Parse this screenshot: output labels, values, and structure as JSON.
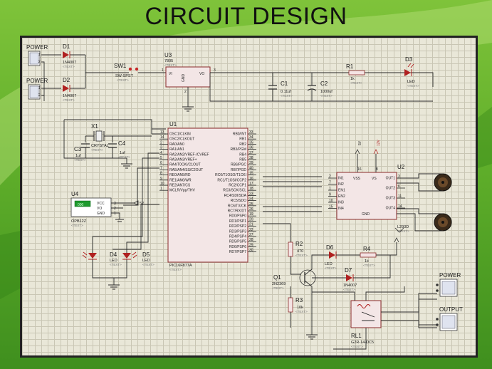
{
  "title": "CIRCUIT DESIGN",
  "placeholder_text": "<TEXT>",
  "components": {
    "power1": {
      "label": "POWER",
      "pin1": "1",
      "pin2": "2"
    },
    "power2": {
      "label": "POWER",
      "pin1": "1",
      "pin2": "2"
    },
    "d1": {
      "name": "D1",
      "value": "1N4007"
    },
    "d2": {
      "name": "D2",
      "value": "1N4007"
    },
    "sw1": {
      "name": "SW1",
      "value": "SW-SPST"
    },
    "u3": {
      "name": "U3",
      "value": "7805",
      "vi": "VI",
      "vo": "VO",
      "gnd": "GND",
      "pin1": "1",
      "pin2": "2",
      "pin3": "3"
    },
    "c1": {
      "name": "C1",
      "value": "0.11uf"
    },
    "c2": {
      "name": "C2",
      "value": "1000uf"
    },
    "r1": {
      "name": "R1",
      "value": "1k"
    },
    "d3": {
      "name": "D3",
      "value": "LED"
    },
    "x1": {
      "name": "X1",
      "value": "CRYSTAL"
    },
    "c3": {
      "name": "C3",
      "value": "1uf"
    },
    "c4": {
      "name": "C4",
      "value": "1uf"
    },
    "u1": {
      "name": "U1",
      "value": "PIC16F877A"
    },
    "u2": {
      "name": "U2",
      "value": "L293D",
      "vcc_a": "5V",
      "vcc_b": "12V"
    },
    "u4": {
      "name": "U4",
      "value": "OPB12Z",
      "display": "000",
      "vcc": "VCC",
      "vo": "VO",
      "gnd": "GND",
      "supply": "5V",
      "pin3": "3",
      "pin2": "2",
      "pin1": "1"
    },
    "d4": {
      "name": "D4",
      "value": "LED"
    },
    "d5": {
      "name": "D5",
      "value": "LED"
    },
    "r2": {
      "name": "R2",
      "value": "470"
    },
    "r3": {
      "name": "R3",
      "value": "10k"
    },
    "q1": {
      "name": "Q1",
      "value": "2N2369"
    },
    "d6": {
      "name": "D6",
      "value": "LED"
    },
    "r4": {
      "name": "R4",
      "value": "1k"
    },
    "d7": {
      "name": "D7",
      "value": "1N4007"
    },
    "rl1": {
      "name": "RL1",
      "value": "G2R-14-DC5"
    },
    "power3": {
      "label": "POWER"
    },
    "output": {
      "label": "OUTPUT"
    }
  },
  "u1_pins_left": [
    {
      "num": "13",
      "name": "OSC1/CLKIN"
    },
    {
      "num": "14",
      "name": "OSC2/CLKOUT"
    },
    {
      "num": "2",
      "name": "RA0/AN0"
    },
    {
      "num": "3",
      "name": "RA1/AN1"
    },
    {
      "num": "4",
      "name": "RA2/AN2/VREF-/CVREF"
    },
    {
      "num": "5",
      "name": "RA3/AN3/VREF+"
    },
    {
      "num": "6",
      "name": "RA4/T0CKI/C1OUT"
    },
    {
      "num": "7",
      "name": "RA5/AN4/SS/C2OUT"
    },
    {
      "num": "8",
      "name": "RE0/AN5/RD"
    },
    {
      "num": "9",
      "name": "RE1/AN6/WR"
    },
    {
      "num": "10",
      "name": "RE2/AN7/CS"
    },
    {
      "num": "1",
      "name": "MCLR/Vpp/THV"
    }
  ],
  "u1_pins_right": [
    {
      "num": "33",
      "name": "RB0/INT"
    },
    {
      "num": "34",
      "name": "RB1"
    },
    {
      "num": "35",
      "name": "RB2"
    },
    {
      "num": "36",
      "name": "RB3/PGM"
    },
    {
      "num": "37",
      "name": "RB4"
    },
    {
      "num": "38",
      "name": "RB5"
    },
    {
      "num": "39",
      "name": "RB6/PGC"
    },
    {
      "num": "40",
      "name": "RB7/PGD"
    },
    {
      "num": "15",
      "name": "RC0/T1OSO/T1CKI"
    },
    {
      "num": "16",
      "name": "RC1/T1OSI/CCP2"
    },
    {
      "num": "17",
      "name": "RC2/CCP1"
    },
    {
      "num": "18",
      "name": "RC3/SCK/SCL"
    },
    {
      "num": "23",
      "name": "RC4/SDI/SDA"
    },
    {
      "num": "24",
      "name": "RC5/SDO"
    },
    {
      "num": "25",
      "name": "RC6/TX/CK"
    },
    {
      "num": "26",
      "name": "RC7/RX/DT"
    },
    {
      "num": "19",
      "name": "RD0/PSP0"
    },
    {
      "num": "20",
      "name": "RD1/PSP1"
    },
    {
      "num": "21",
      "name": "RD2/PSP2"
    },
    {
      "num": "22",
      "name": "RD3/PSP3"
    },
    {
      "num": "27",
      "name": "RD4/PSP4"
    },
    {
      "num": "28",
      "name": "RD5/PSP5"
    },
    {
      "num": "29",
      "name": "RD6/PSP6"
    },
    {
      "num": "30",
      "name": "RD7/PSP7"
    }
  ],
  "u2_pins_left": [
    {
      "num": "2",
      "name": "IN1"
    },
    {
      "num": "7",
      "name": "IN2"
    },
    {
      "num": "1",
      "name": "EN1"
    },
    {
      "num": "9",
      "name": "EN2"
    },
    {
      "num": "10",
      "name": "IN3"
    },
    {
      "num": "15",
      "name": "IN4"
    }
  ],
  "u2_pins_right": [
    {
      "num": "3",
      "name": "OUT1"
    },
    {
      "num": "6",
      "name": "OUT2"
    },
    {
      "num": "11",
      "name": "OUT3"
    },
    {
      "num": "14",
      "name": "OUT4"
    }
  ],
  "u2_top": {
    "vss": "VSS",
    "vs": "VS",
    "pin16": "16",
    "pin8": "8"
  },
  "u2_bottom": {
    "gnd": "GND"
  }
}
